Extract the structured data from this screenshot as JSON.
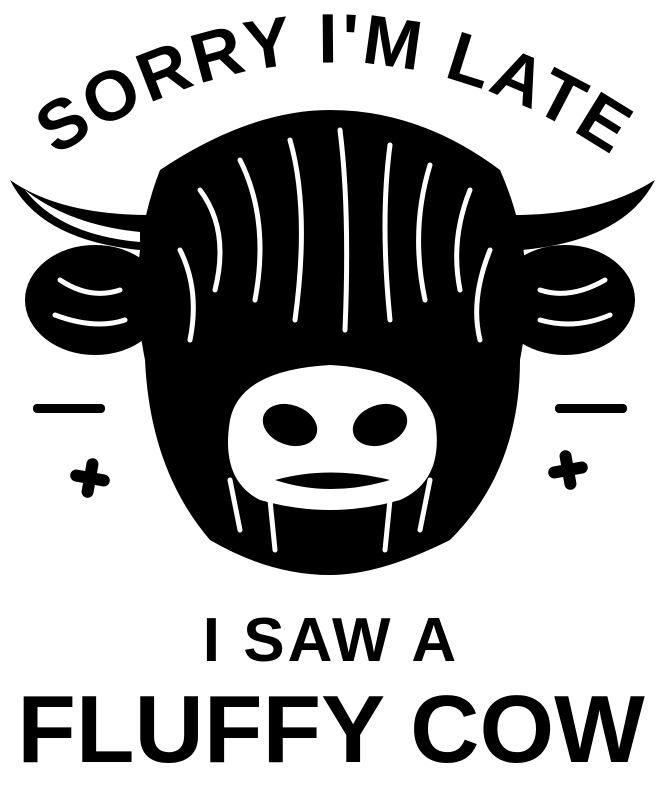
{
  "design": {
    "headline_arc": "SORRY I'M LATE",
    "line_middle": "I SAW A",
    "line_bottom": "FLUFFY COW",
    "illustration": "highland-cow-head-icon",
    "ink_color": "#000000",
    "background_color": "#ffffff"
  }
}
